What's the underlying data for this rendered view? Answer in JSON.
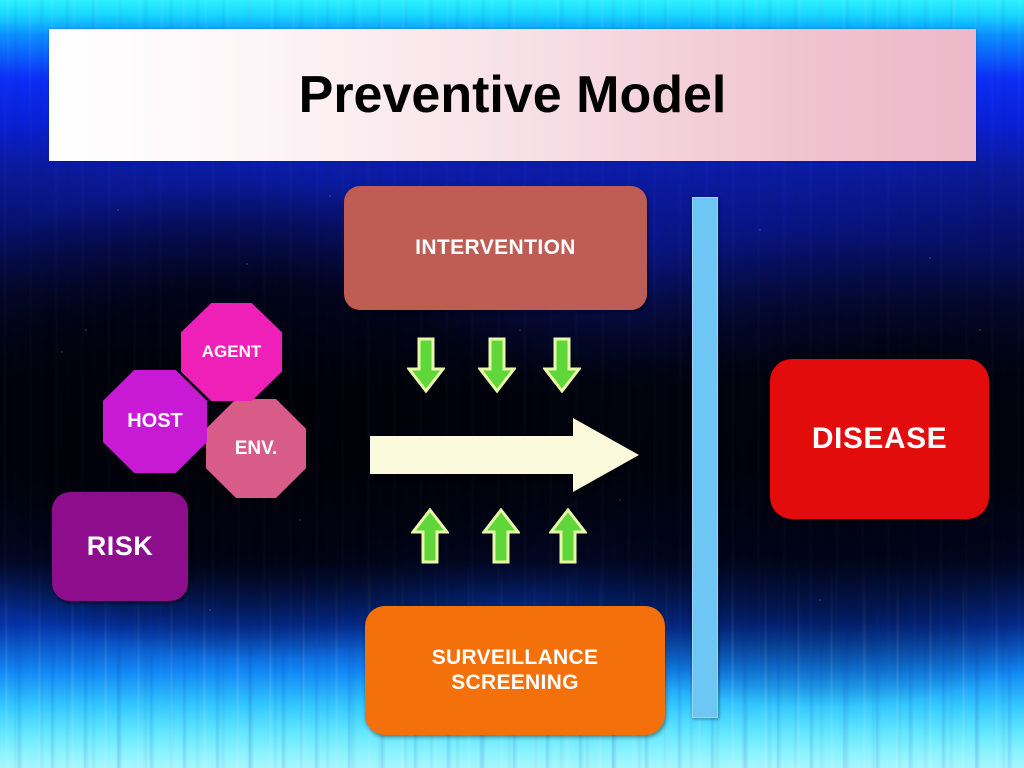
{
  "slide": {
    "title": "Preventive Model",
    "background_colors": {
      "top_cyan": "#2ef0ff",
      "mid_blue": "#0a20d8",
      "center_dark": "#01040d",
      "bottom_cyan": "#a8f7ff"
    },
    "title_banner": {
      "gradient_from": "#ffffff",
      "gradient_to": "#ecb8c9",
      "text_color": "#000000"
    }
  },
  "nodes": {
    "intervention": {
      "label": "INTERVENTION",
      "color": "#bf5d55",
      "text_color": "#ffffff"
    },
    "surveillance": {
      "line1": "SURVEILLANCE",
      "line2": "SCREENING",
      "color": "#f4700a",
      "text_color": "#ffffff"
    },
    "disease": {
      "label": "DISEASE",
      "color": "#e20c0c",
      "text_color": "#ffffff"
    },
    "risk": {
      "label": "RISK",
      "color": "#8e0d8c",
      "text_color": "#ffffff"
    }
  },
  "factors": [
    {
      "label": "AGENT",
      "color": "#ef20b8",
      "shape": "octagon"
    },
    {
      "label": "HOST",
      "color": "#c81ad4",
      "shape": "octagon"
    },
    {
      "label": "ENV.",
      "color": "#d85c88",
      "shape": "octagon"
    }
  ],
  "arrows": {
    "down": {
      "count": 3,
      "fill": "#5fd73a",
      "stroke": "#e9f7a8",
      "direction": "down"
    },
    "up": {
      "count": 3,
      "fill": "#5fd73a",
      "stroke": "#e9f7a8",
      "direction": "up"
    },
    "progression": {
      "fill": "#fbfadc",
      "direction": "right"
    }
  },
  "barrier": {
    "color": "#6ec6f5",
    "orientation": "vertical"
  }
}
